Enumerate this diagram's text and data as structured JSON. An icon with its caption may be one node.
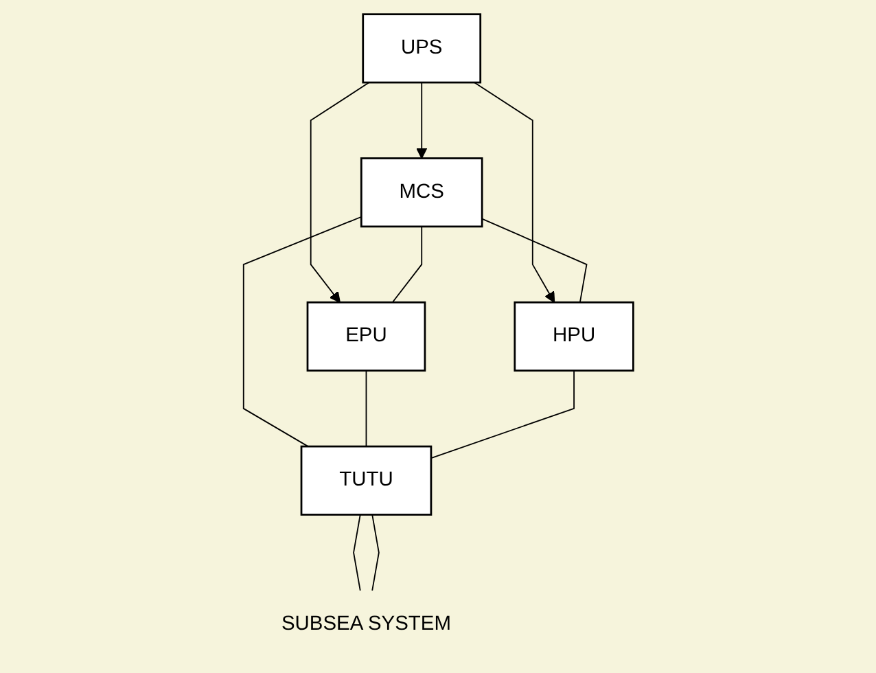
{
  "diagram": {
    "nodes": [
      {
        "text": [
          "UPS"
        ]
      },
      {
        "text": [
          "MCS"
        ]
      },
      {
        "text": [
          "EPU"
        ]
      },
      {
        "text": [
          "HPU"
        ]
      },
      {
        "text": [
          "TUTU"
        ]
      },
      {
        "text": [
          "SUBSEA SYSTEM"
        ]
      }
    ],
    "edges": [
      {
        "from": 0,
        "to": 1,
        "arrow": "to"
      },
      {
        "from": 0,
        "to": 2,
        "arrow": "to"
      },
      {
        "from": 0,
        "to": 3,
        "arrow": "to"
      },
      {
        "from": 1,
        "to": 3,
        "arrow": "none"
      },
      {
        "from": 1,
        "to": 2,
        "arrow": "none"
      },
      {
        "from": 1,
        "to": 4,
        "arrow": "none"
      },
      {
        "from": 2,
        "to": 4,
        "arrow": "none"
      },
      {
        "from": 3,
        "to": 4,
        "arrow": "none"
      },
      {
        "from": 4,
        "to": 5,
        "arrow": "none"
      },
      {
        "from": 4,
        "to": 5,
        "arrow": "none"
      }
    ]
  }
}
